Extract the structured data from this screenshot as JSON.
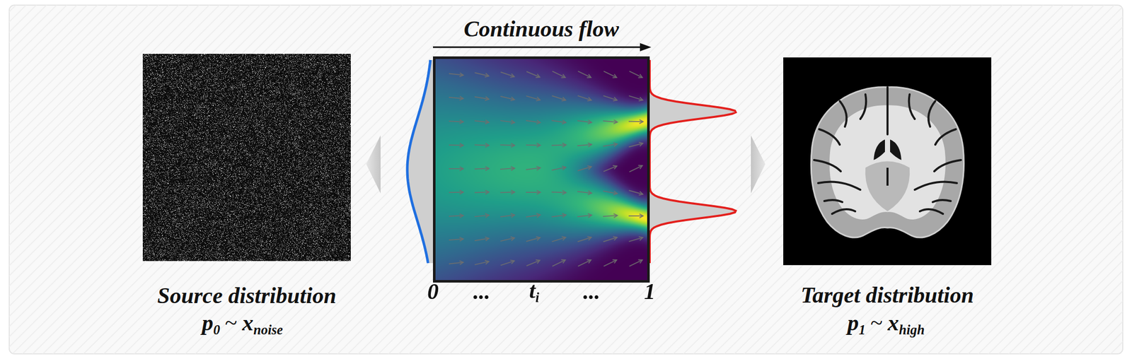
{
  "diagram": {
    "nodes": [
      {
        "text": [
          "Source distribution"
        ]
      },
      {
        "text": [
          "Continuous flow"
        ]
      },
      {
        "text": [
          "Target distribution"
        ]
      }
    ],
    "labels": [
      "0",
      "...",
      "t",
      "i",
      "...",
      "1",
      "p",
      "0",
      "~",
      "x",
      "noise",
      "p",
      "1",
      "~",
      "x",
      "high"
    ]
  }
}
